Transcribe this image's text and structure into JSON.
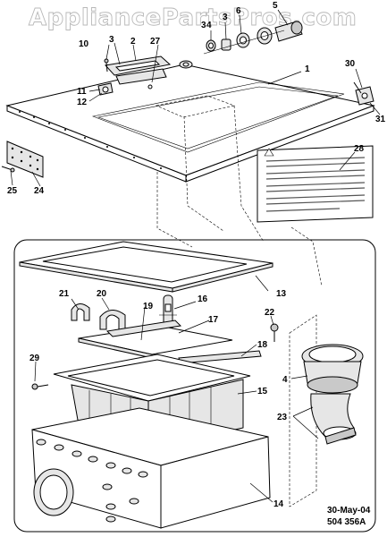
{
  "watermark": "AppliancePartsPros.com",
  "stamp": {
    "date": "30-May-04",
    "code": "504 356A"
  },
  "callouts": {
    "c1": "1",
    "c2": "2",
    "c3a": "3",
    "c3b": "3",
    "c4a": "4",
    "c4b": "4",
    "c5": "5",
    "c6": "6",
    "c10": "10",
    "c11": "11",
    "c12": "12",
    "c13": "13",
    "c14": "14",
    "c15": "15",
    "c16": "16",
    "c17": "17",
    "c18": "18",
    "c19": "19",
    "c20": "20",
    "c21": "21",
    "c22": "22",
    "c23": "23",
    "c24": "24",
    "c25": "25",
    "c27": "27",
    "c28": "28",
    "c29": "29",
    "c30": "30",
    "c31": "31"
  }
}
